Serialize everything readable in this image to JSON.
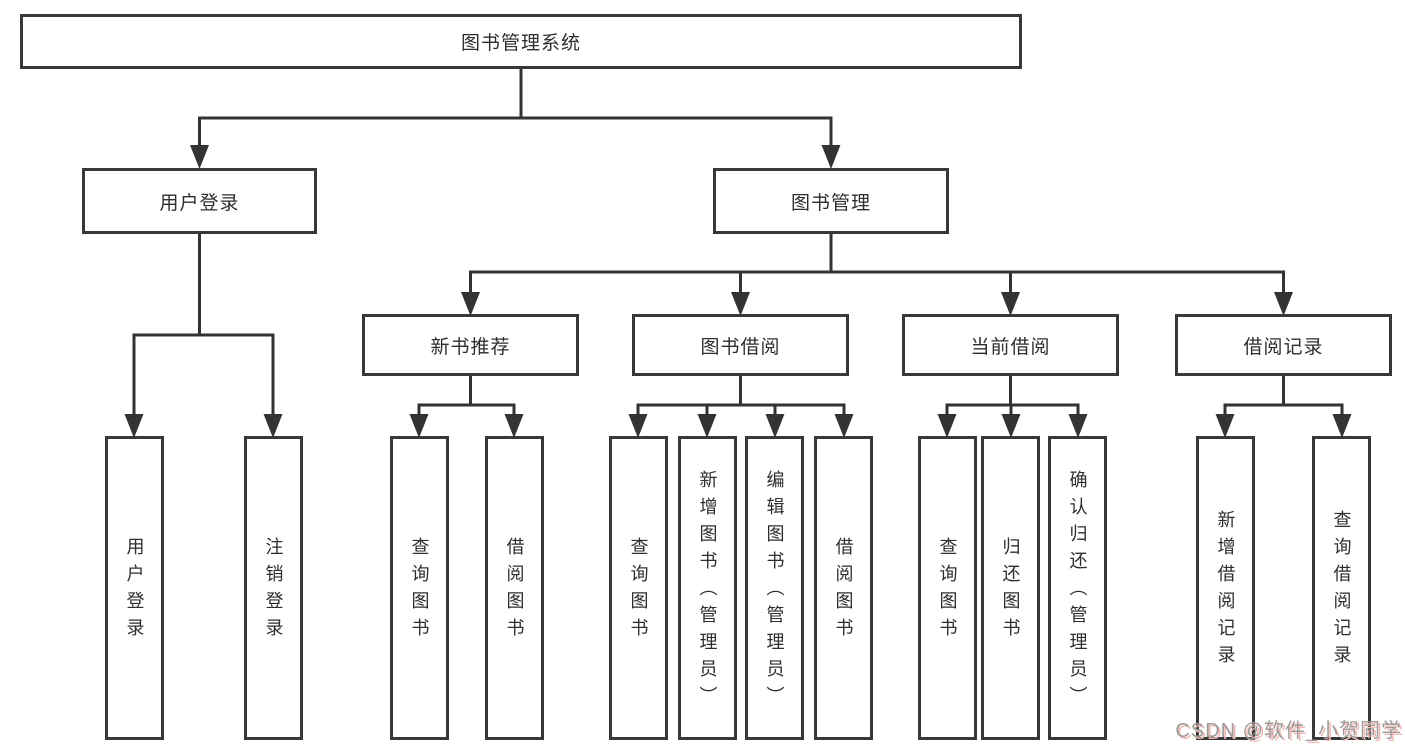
{
  "nodes": {
    "root": "图书管理系统",
    "user_login": "用户登录",
    "book_mgmt": "图书管理",
    "new_book_rec": "新书推荐",
    "book_borrow": "图书借阅",
    "current_borrow": "当前借阅",
    "borrow_record": "借阅记录",
    "leaf_user_login": "用户登录",
    "leaf_logout": "注销登录",
    "leaf_query_book_rec": "查询图书",
    "leaf_borrow_book_rec": "借阅图书",
    "leaf_query_book_borrow": "查询图书",
    "leaf_add_book_admin": "新增图书（管理员）",
    "leaf_edit_book_admin": "编辑图书（管理员）",
    "leaf_borrow_book_borrow": "借阅图书",
    "leaf_query_book_current": "查询图书",
    "leaf_return_book": "归还图书",
    "leaf_confirm_return_admin": "确认归还（管理员）",
    "leaf_add_borrow_record": "新增借阅记录",
    "leaf_query_borrow_record": "查询借阅记录"
  },
  "watermark": "CSDN @软件_小贺同学",
  "colors": {
    "line": "#333333",
    "box_border": "#383838",
    "text": "#2e2e2e",
    "watermark_gray": "#9c9c9c",
    "watermark_pink": "#f2b9b4",
    "background": "#ffffff"
  }
}
